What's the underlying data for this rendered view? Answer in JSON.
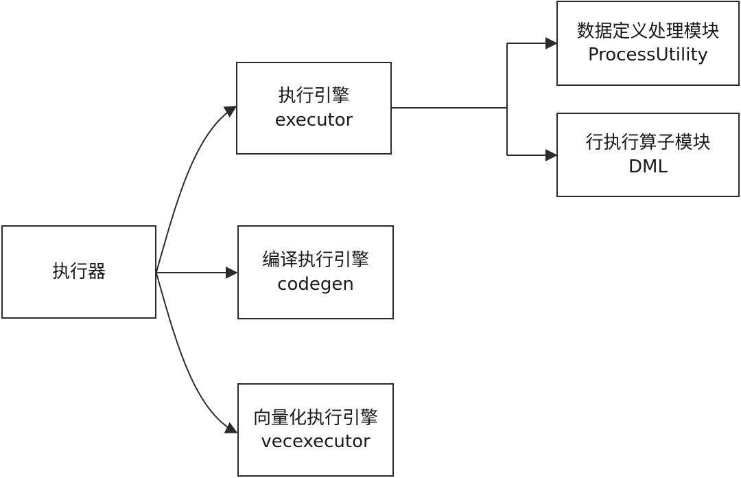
{
  "diagram": {
    "nodes": {
      "executor_root": {
        "label": "执行器"
      },
      "exec_engine": {
        "label": "执行引擎",
        "sublabel": "executor"
      },
      "codegen_engine": {
        "label": "编译执行引擎",
        "sublabel": "codegen"
      },
      "vec_engine": {
        "label": "向量化执行引擎",
        "sublabel": "vecexecutor"
      },
      "process_utility": {
        "label": "数据定义处理模块",
        "sublabel": "ProcessUtility"
      },
      "dml": {
        "label": "行执行算子模块",
        "sublabel": "DML"
      }
    },
    "edges": [
      {
        "from": "executor_root",
        "to": "exec_engine"
      },
      {
        "from": "executor_root",
        "to": "codegen_engine"
      },
      {
        "from": "executor_root",
        "to": "vec_engine"
      },
      {
        "from": "exec_engine",
        "to": "process_utility"
      },
      {
        "from": "exec_engine",
        "to": "dml"
      }
    ],
    "colors": {
      "stroke": "#2b2b2b",
      "text": "#1a1a1a",
      "background": "#ffffff"
    }
  }
}
